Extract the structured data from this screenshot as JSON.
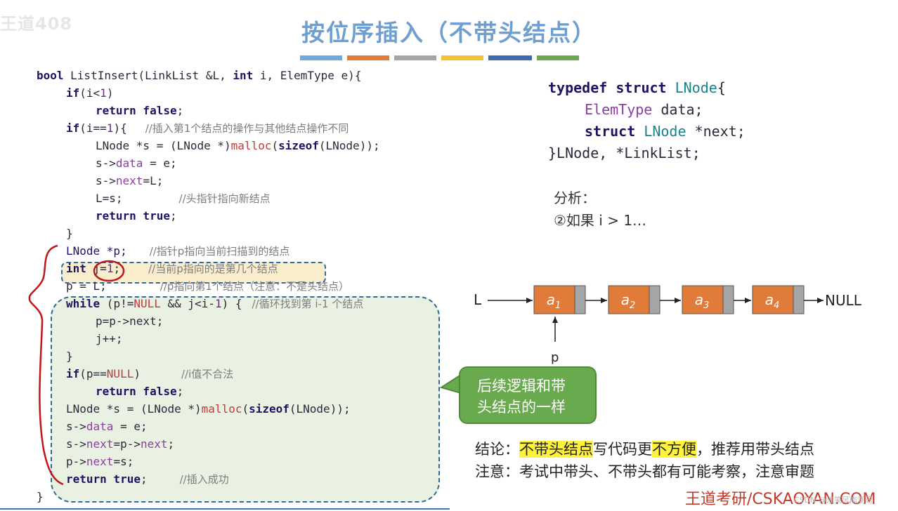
{
  "watermark": "王道408",
  "title": "按位序插入（不带头结点）",
  "colors": {
    "bar": [
      "#6fa8dc",
      "#e07b39",
      "#a5a5a5",
      "#f1c232",
      "#3d6bb3",
      "#6aa84f"
    ]
  },
  "code": {
    "l1": {
      "kw1": "bool",
      "fn": " ListInsert(LinkList &L, ",
      "kw2": "int",
      "rest": " i, ElemType e){"
    },
    "l2": {
      "kw": "if",
      "a": "(i<",
      "num": "1",
      "b": ")"
    },
    "l3": {
      "kw": "return false",
      "rest": ";"
    },
    "l4": {
      "kw": "if",
      "a": "(i==",
      "num": "1",
      "b": "){",
      "cm": "//插入第1个结点的操作与其他结点操作不同"
    },
    "l5": {
      "a": "LNode *s = (LNode *)",
      "fn": "malloc",
      "b": "(",
      "kw": "sizeof",
      "c": "(LNode));"
    },
    "l6": {
      "a": "s->",
      "f": "data",
      "b": " = e;"
    },
    "l7": {
      "a": "s->",
      "f": "next",
      "b": "=L;"
    },
    "l8": {
      "a": "L=s;",
      "cm": "//头指针指向新结点"
    },
    "l9": {
      "kw": "return true",
      "rest": ";"
    },
    "l10": "}",
    "l11": {
      "a": "LNode *p;",
      "cm": "//指针p指向当前扫描到的结点"
    },
    "l12": {
      "kw": "int",
      "a": " j=",
      "num": "1",
      "b": ";",
      "cm": "//当前p指向的是第几个结点"
    },
    "l13": {
      "a": "p = L;",
      "cm": "//p指向第1个结点（注意：不是头结点）"
    },
    "l14": {
      "kw": "while",
      "a": " (p!=",
      "n": "NULL",
      "b": " && j<i-",
      "num": "1",
      "c": ") {",
      "cm": "//循环找到第 i-1 个结点"
    },
    "l15": "p=p->next;",
    "l16": "j++;",
    "l17": "}",
    "l18": {
      "kw": "if",
      "a": "(p==",
      "n": "NULL",
      "b": ")",
      "cm": "//i值不合法"
    },
    "l19": {
      "kw": "return false",
      "rest": ";"
    },
    "l20": {
      "a": "LNode *s = (LNode *)",
      "fn": "malloc",
      "b": "(",
      "kw": "sizeof",
      "c": "(LNode));"
    },
    "l21": {
      "a": "s->",
      "f": "data",
      "b": " = e;"
    },
    "l22": {
      "a": "s->",
      "f": "next",
      "b": "=p->",
      "f2": "next",
      "c": ";"
    },
    "l23": {
      "a": "p->",
      "f": "next",
      "b": "=s;"
    },
    "l24": {
      "kw": "return true",
      "rest": ";",
      "cm": "//插入成功"
    },
    "l25": "}"
  },
  "typedef": {
    "line1": {
      "kw1": "typedef",
      "kw2": "struct",
      "ty": "LNode",
      "brace": "{"
    },
    "line2": {
      "ty": "ElemType",
      "f": "data",
      "semi": ";"
    },
    "line3": {
      "kw": "struct",
      "ty": "LNode",
      "f": "*next",
      "semi": ";"
    },
    "line4": "}LNode, *LinkList;"
  },
  "analysis": {
    "heading": "分析：",
    "item": "②如果 i > 1…"
  },
  "diagram": {
    "head_label": "L",
    "nodes": [
      {
        "base": "a",
        "sub": "1"
      },
      {
        "base": "a",
        "sub": "2"
      },
      {
        "base": "a",
        "sub": "3"
      },
      {
        "base": "a",
        "sub": "4"
      }
    ],
    "null_label": "NULL",
    "pointer_label": "p"
  },
  "callout": {
    "line1": "后续逻辑和带",
    "line2": "头结点的一样"
  },
  "conclusion": {
    "label": "结论：",
    "hl1": "不带头结点",
    "t1": "写代码更",
    "hl2": "不方便",
    "t2": "，推荐用带头结点",
    "note": "注意：考试中带头、不带头都有可能考察，注意审题"
  },
  "brand": "王道考研/CSKAOYAN.COM",
  "csdn": "CSDN @浅笑风南潮周"
}
